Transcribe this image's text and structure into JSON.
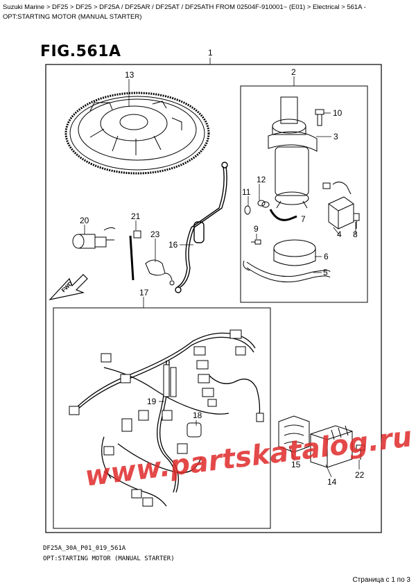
{
  "breadcrumb": "Suzuki Marine > DF25 > DF25 > DF25A / DF25AR / DF25AT / DF25ATH FROM 02504F-910001~ (E01) > Electrical > 561A - OPT:STARTING MOTOR (MANUAL STARTER)",
  "figure": {
    "title": "FIG.561A",
    "code": "DF25A_30A_P01_019_561A",
    "caption": "OPT:STARTING MOTOR (MANUAL STARTER)"
  },
  "fwd_label": "FWD",
  "watermark": "www.partskatalog.ru",
  "pager": "Страница с 1 по 3",
  "callouts": [
    "1",
    "2",
    "3",
    "4",
    "5",
    "6",
    "7",
    "8",
    "9",
    "10",
    "11",
    "12",
    "13",
    "14",
    "15",
    "16",
    "17",
    "18",
    "19",
    "20",
    "21",
    "22",
    "23"
  ]
}
